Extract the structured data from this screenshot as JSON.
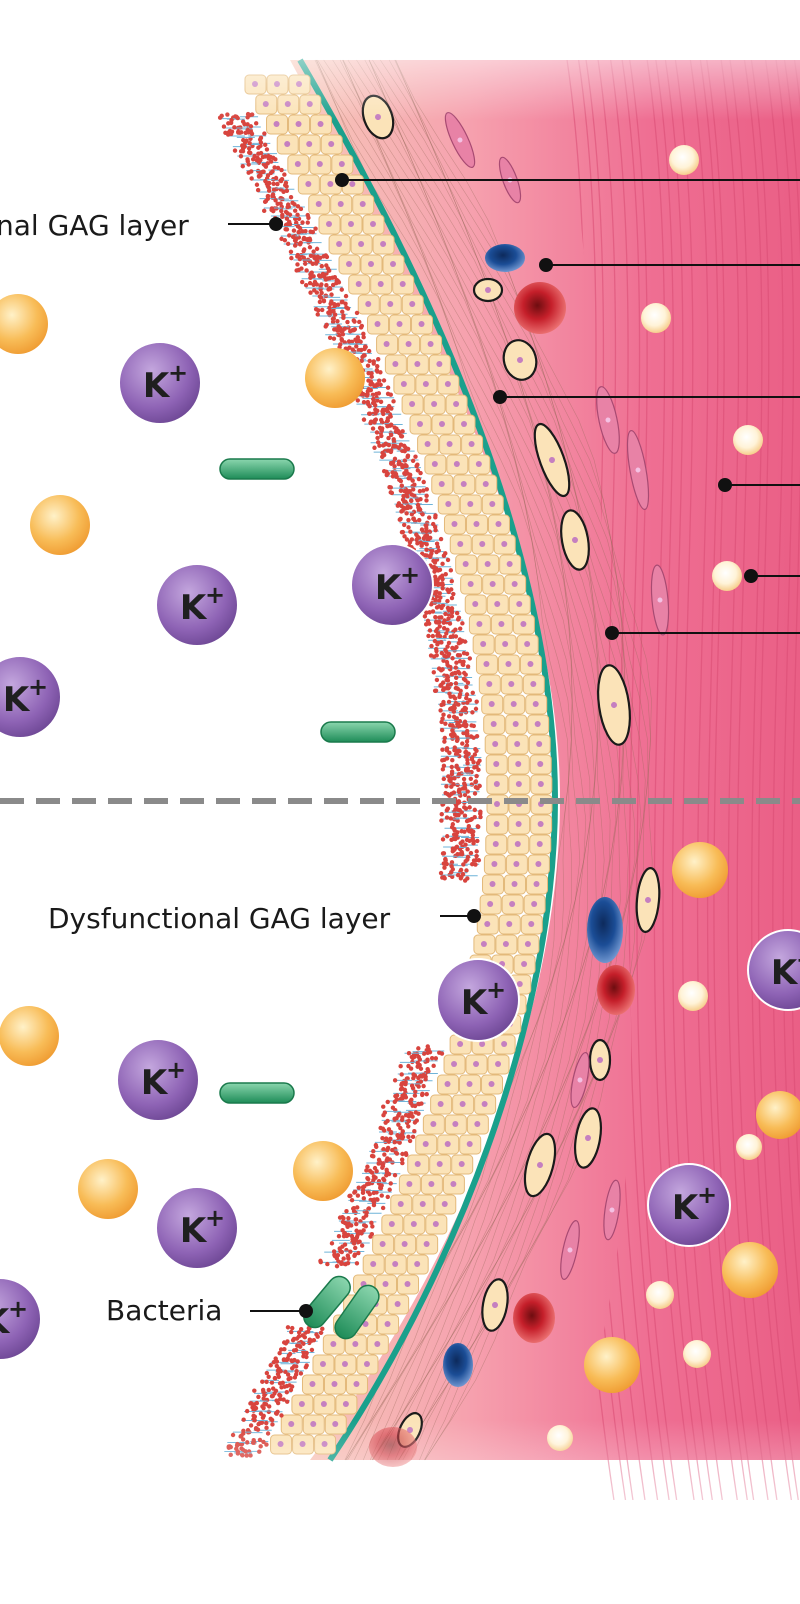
{
  "labels": {
    "top_gag": "nal GAG layer",
    "dysfunctional_gag": "Dysfunctional GAG layer",
    "bacteria": "Bacteria"
  },
  "ion_label": "K",
  "ion_charge": "+",
  "colors": {
    "background": "#ffffff",
    "potassium": "#8e63b5",
    "urea_particle": "#f7b24d",
    "bacteria": "#2fa46d",
    "basement_membrane": "#1aa08c",
    "urothelium_cell": "#fbe3b8",
    "gag": "#d8443e",
    "lamina_propria": "#f7c9ba",
    "detrusor_muscle": "#ef6f93",
    "vein": "#1b4d96",
    "artery": "#c51f2a",
    "divider": "#8a8a8a"
  }
}
